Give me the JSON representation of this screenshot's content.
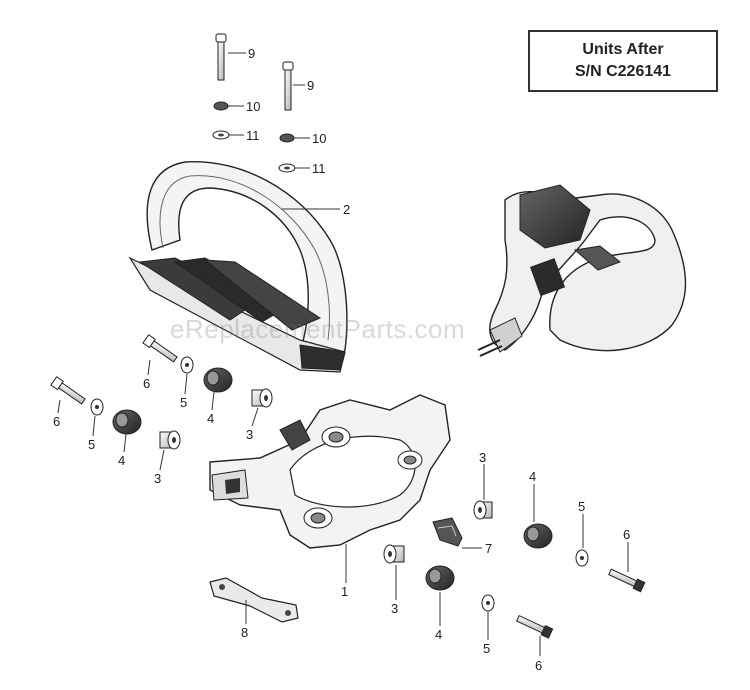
{
  "units_box": {
    "line1": "Units After",
    "line2": "S/N  C226141"
  },
  "watermark": "eReplacementParts.com",
  "callouts": {
    "c1": "1",
    "c2": "2",
    "c3a": "3",
    "c3b": "3",
    "c3c": "3",
    "c3d": "3",
    "c4a": "4",
    "c4b": "4",
    "c4c": "4",
    "c4d": "4",
    "c5a": "5",
    "c5b": "5",
    "c5c": "5",
    "c5d": "5",
    "c6a": "6",
    "c6b": "6",
    "c6c": "6",
    "c6d": "6",
    "c7": "7",
    "c8": "8",
    "c9a": "9",
    "c9b": "9",
    "c10a": "10",
    "c10b": "10",
    "c11a": "11",
    "c11b": "11"
  },
  "colors": {
    "line": "#222222",
    "part_fill": "#f2f2f2",
    "part_shadow": "#9a9a9a",
    "dark": "#3a3a3a"
  }
}
